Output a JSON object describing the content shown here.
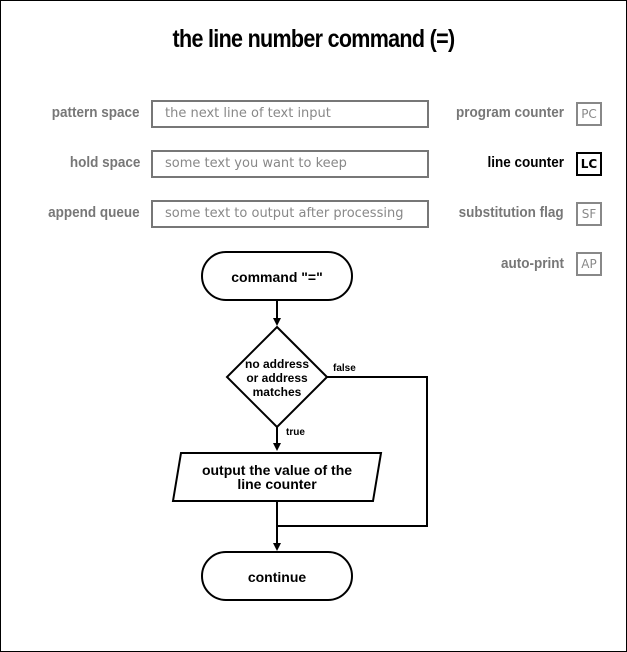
{
  "title": "the line number command (=)",
  "registers_left": [
    {
      "label": "pattern space",
      "value": "the next line of text input"
    },
    {
      "label": "hold space",
      "value": "some text you want to keep"
    },
    {
      "label": "append queue",
      "value": "some text to output after processing"
    }
  ],
  "registers_right": [
    {
      "label": "program counter",
      "abbr": "PC",
      "active": false
    },
    {
      "label": "line counter",
      "abbr": "LC",
      "active": true
    },
    {
      "label": "substitution flag",
      "abbr": "SF",
      "active": false
    },
    {
      "label": "auto-print",
      "abbr": "AP",
      "active": false
    }
  ],
  "flowchart": {
    "start": "command \"=\"",
    "decision": [
      "no address",
      "or address",
      "matches"
    ],
    "true_label": "true",
    "false_label": "false",
    "action": [
      "output the value of the",
      "line counter"
    ],
    "end": "continue"
  },
  "colors": {
    "active": "#000000",
    "inactive": "#777777"
  }
}
